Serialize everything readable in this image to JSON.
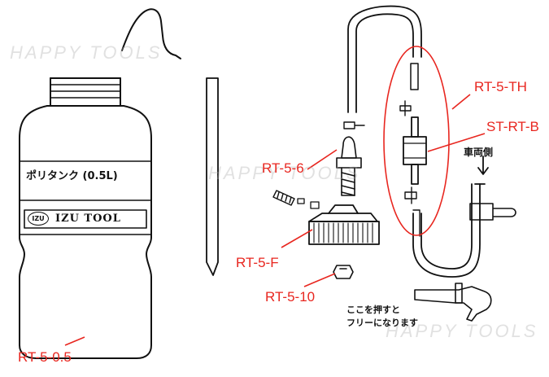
{
  "bottle": {
    "product_label": "ポリタンク (0.5L)",
    "brand_logo": "IZU",
    "brand_label": "IZU TOOL"
  },
  "watermarks": [
    "HAPPY TOOLS",
    "HAPPY TOOLS",
    "HAPPY TOOLS"
  ],
  "part_labels": {
    "bottle": "RT-5-0.5",
    "nipple": "RT-5-6",
    "cap": "RT-5-F",
    "nut": "RT-5-10",
    "tube_set": "RT-5-TH",
    "check_valve": "ST-RT-B"
  },
  "annotations": {
    "vehicle_side": "車両側",
    "clip_note_line1": "ここを押すと",
    "clip_note_line2": "フリーになります"
  },
  "colors": {
    "line": "#111111",
    "accent_red": "#e8261f",
    "watermark": "#aaaaaa"
  }
}
